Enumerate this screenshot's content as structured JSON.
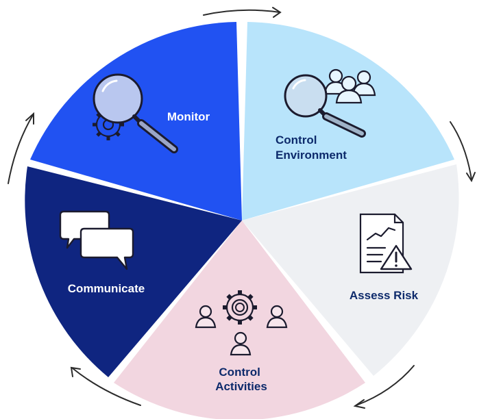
{
  "diagram": {
    "type": "cycle-wheel",
    "segments": [
      {
        "id": "monitor",
        "lines": [
          "Monitor"
        ],
        "color": "#2152f2",
        "text_color": "#ffffff",
        "icon": "magnifier-gear-icon"
      },
      {
        "id": "control-environment",
        "lines": [
          "Control",
          "Environment"
        ],
        "color": "#b8e4fb",
        "text_color": "#0d2a6b",
        "icon": "magnifier-people-icon"
      },
      {
        "id": "assess-risk",
        "lines": [
          "Assess Risk"
        ],
        "color": "#eef0f3",
        "text_color": "#0d2a6b",
        "icon": "document-warning-icon"
      },
      {
        "id": "control-activities",
        "lines": [
          "Control",
          "Activities"
        ],
        "color": "#f2d6e0",
        "text_color": "#0d2a6b",
        "icon": "gear-people-icon"
      },
      {
        "id": "communicate",
        "lines": [
          "Communicate"
        ],
        "color": "#0f2580",
        "text_color": "#ffffff",
        "icon": "chat-bubbles-icon"
      }
    ],
    "arrow_color": "#2b2b2b",
    "direction": "clockwise"
  }
}
